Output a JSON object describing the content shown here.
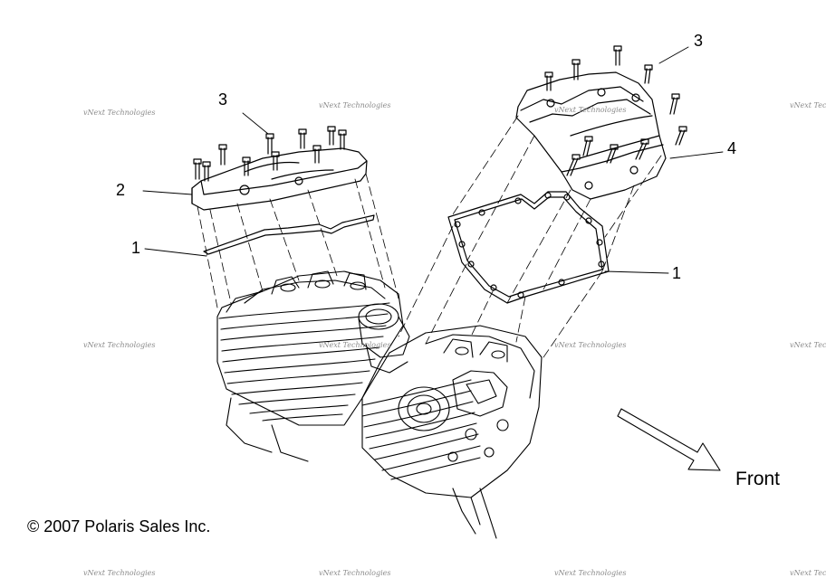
{
  "callouts": [
    "1",
    "2",
    "3",
    "4"
  ],
  "front_label": "Front",
  "copyright": "© 2007 Polaris Sales Inc.",
  "watermark": "vNext Technologies",
  "colors": {
    "line": "#000000",
    "watermark": "#8a8a8a",
    "background": "#ffffff"
  }
}
